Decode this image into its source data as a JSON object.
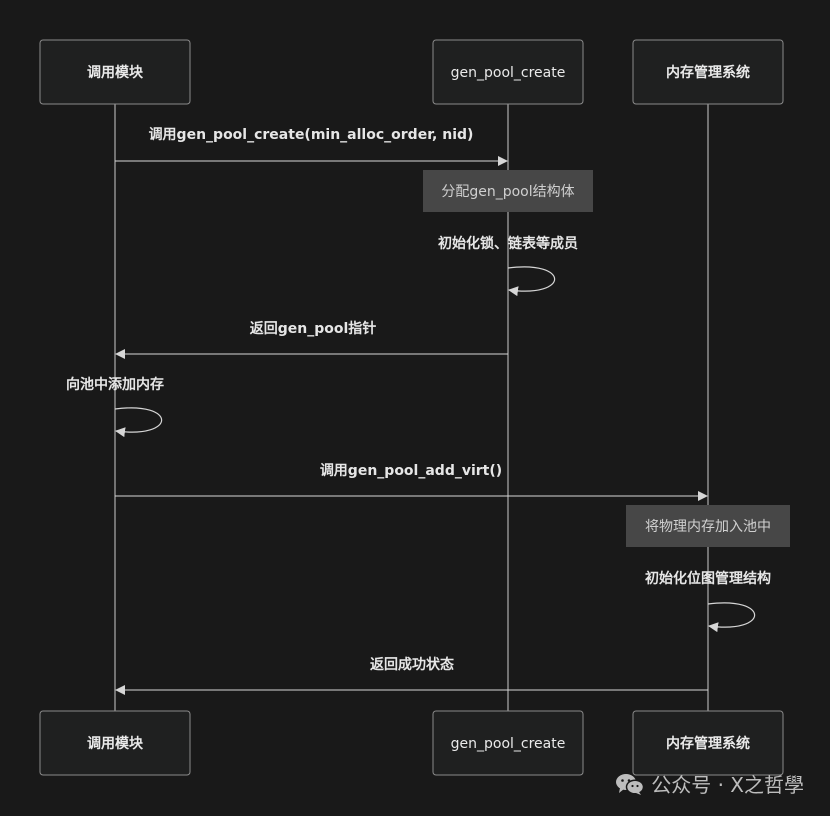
{
  "diagram": {
    "participants": [
      {
        "id": "caller",
        "label": "调用模块"
      },
      {
        "id": "genpool",
        "label": "gen_pool_create"
      },
      {
        "id": "memsys",
        "label": "内存管理系统"
      }
    ],
    "messages": [
      {
        "from": "caller",
        "to": "genpool",
        "text": "调用gen_pool_create(min_alloc_order, nid)",
        "kind": "call"
      },
      {
        "on": "genpool",
        "text": "分配gen_pool结构体",
        "kind": "note"
      },
      {
        "from": "genpool",
        "to": "genpool",
        "text": "初始化锁、链表等成员",
        "kind": "self"
      },
      {
        "from": "genpool",
        "to": "caller",
        "text": "返回gen_pool指针",
        "kind": "return"
      },
      {
        "from": "caller",
        "to": "caller",
        "text": "向池中添加内存",
        "kind": "self"
      },
      {
        "from": "caller",
        "to": "memsys",
        "text": "调用gen_pool_add_virt()",
        "kind": "call"
      },
      {
        "on": "memsys",
        "text": "将物理内存加入池中",
        "kind": "note"
      },
      {
        "from": "memsys",
        "to": "memsys",
        "text": "初始化位图管理结构",
        "kind": "self"
      },
      {
        "from": "memsys",
        "to": "caller",
        "text": "返回成功状态",
        "kind": "return"
      }
    ]
  },
  "watermark": {
    "icon": "wechat-icon",
    "text": "公众号 · X之哲學"
  },
  "colors": {
    "background": "#191919",
    "line": "#d6d6d6",
    "note_fill": "#474747",
    "box_fill": "#1f2020",
    "box_stroke": "#8a8a8a"
  }
}
